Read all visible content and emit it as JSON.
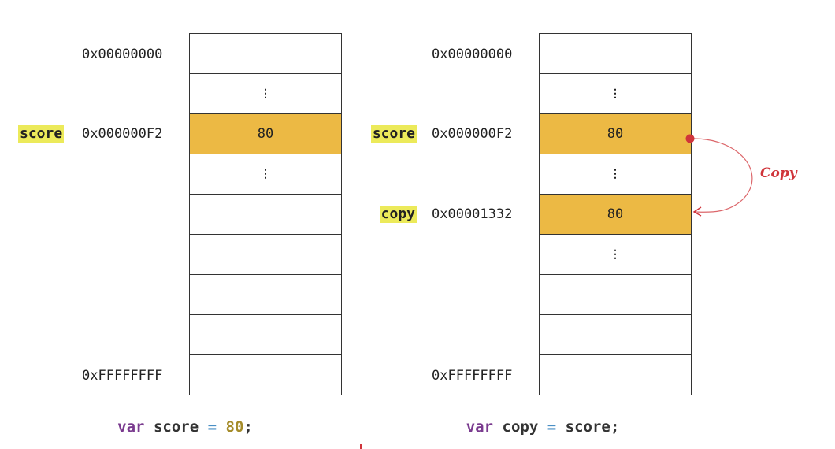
{
  "accent_colors": {
    "highlight_cell": "#ecb944",
    "variable_tag": "#ecea5a",
    "copy_arrow": "#d0343a",
    "keyword": "#7a3b8f",
    "operator": "#4a8fc5",
    "number": "#a58c2a"
  },
  "left": {
    "cells": [
      "",
      "⋮",
      "80",
      "⋮",
      "",
      "",
      "",
      "",
      ""
    ],
    "addresses": {
      "top": "0x00000000",
      "score": "0x000000F2",
      "bottom": "0xFFFFFFFF"
    },
    "vars": {
      "score": "score"
    },
    "code": {
      "keyword": "var",
      "name": "score",
      "operator": "=",
      "value": "80",
      "terminator": ";"
    }
  },
  "right": {
    "cells": [
      "",
      "⋮",
      "80",
      "⋮",
      "80",
      "⋮",
      "",
      "",
      ""
    ],
    "addresses": {
      "top": "0x00000000",
      "score": "0x000000F2",
      "copy": "0x00001332",
      "bottom": "0xFFFFFFFF"
    },
    "vars": {
      "score": "score",
      "copy": "copy"
    },
    "arrow_label": "Copy",
    "code": {
      "keyword": "var",
      "name": "copy",
      "operator": "=",
      "value": "score",
      "terminator": ";"
    }
  }
}
